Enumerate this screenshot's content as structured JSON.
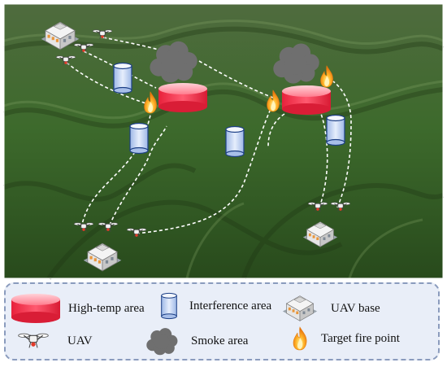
{
  "legend": {
    "items": [
      {
        "key": "high-temp",
        "label": "High-temp area"
      },
      {
        "key": "interference",
        "label": "Interference area"
      },
      {
        "key": "uav-base",
        "label": "UAV base"
      },
      {
        "key": "uav",
        "label": "UAV"
      },
      {
        "key": "smoke",
        "label": "Smoke area"
      },
      {
        "key": "fire",
        "label": "Target fire point"
      }
    ]
  },
  "icons": {
    "high_temp": "red-cylinder-icon",
    "interference": "blue-cylinder-icon",
    "uav_base": "building-icon",
    "uav": "drone-icon",
    "smoke": "smoke-cloud-icon",
    "fire": "flame-icon"
  },
  "colors": {
    "high_temp": "#f0304a",
    "interference_fill": "#b9cdf0",
    "interference_stroke": "#1c3f86",
    "smoke": "#707070",
    "fire": "#f29a12",
    "path": "#ffffff",
    "legend_bg": "#e9eef8",
    "legend_border": "#8a9bbd"
  }
}
